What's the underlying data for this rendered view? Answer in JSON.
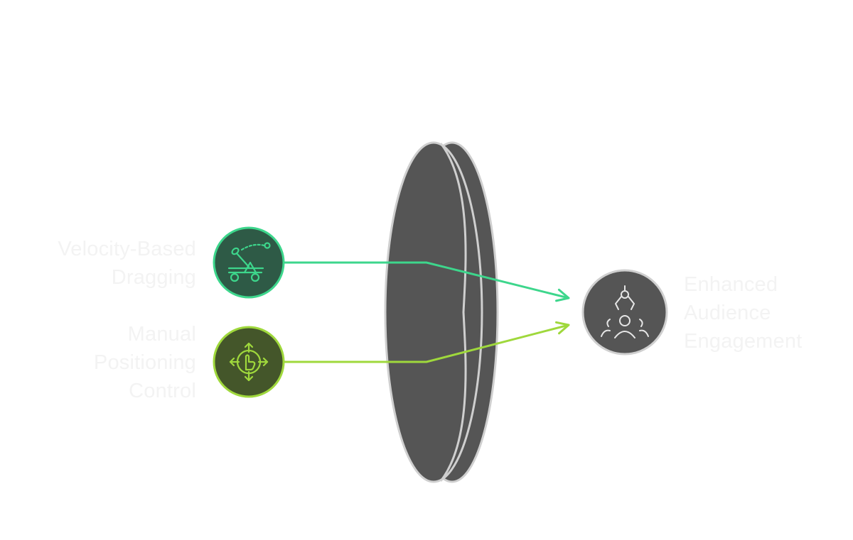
{
  "diagram": {
    "inputs": [
      {
        "lines": [
          "Velocity-Based",
          "Dragging"
        ],
        "icon": "catapult-icon",
        "color": "#3dd68c",
        "fill": "#2e5a46"
      },
      {
        "lines": [
          "Manual",
          "Positioning",
          "Control"
        ],
        "icon": "hand-move-icon",
        "color": "#9fd83c",
        "fill": "#44562a"
      }
    ],
    "lens": {
      "fill": "#555555",
      "stroke": "#cfcfcf"
    },
    "output": {
      "lines": [
        "Enhanced",
        "Audience",
        "Engagement"
      ],
      "icon": "audience-engagement-icon",
      "fill": "#555555",
      "stroke": "#cfcfcf"
    },
    "label_color": "#f3f3f3"
  }
}
